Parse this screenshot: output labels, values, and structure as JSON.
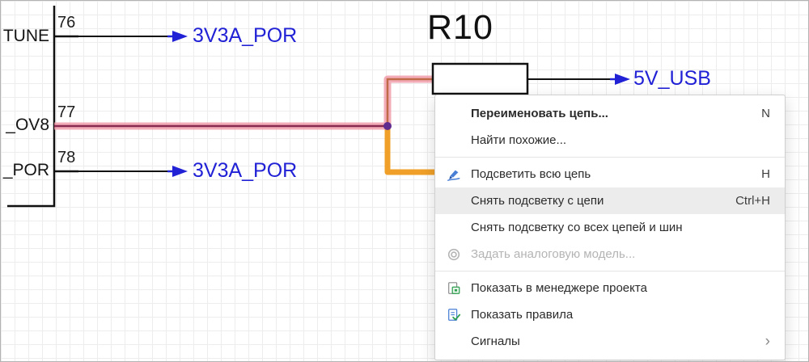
{
  "schematic": {
    "component_pins": [
      {
        "number": "76",
        "name": "TUNE"
      },
      {
        "number": "77",
        "name": "_OV8"
      },
      {
        "number": "78",
        "name": "_POR"
      }
    ],
    "net_labels": {
      "pin76": "3V3A_POR",
      "pin78": "3V3A_POR",
      "resistor_out": "5V_USB"
    },
    "resistor_ref": "R10",
    "colors": {
      "net_label_blue": "#2121d6",
      "wire_black": "#111111",
      "highlight_orange": "#f0a028",
      "highlight_pink": "#f096a5",
      "selected_core_maroon": "#8a2a50",
      "junction_purple": "#5f2b8f"
    }
  },
  "context_menu": {
    "items": [
      {
        "label": "Переименовать цепь...",
        "shortcut": "N"
      },
      {
        "label": "Найти похожие...",
        "shortcut": ""
      },
      {
        "type": "separator"
      },
      {
        "label": "Подсветить всю цепь",
        "shortcut": "H",
        "icon": "highlighter-icon"
      },
      {
        "label": "Снять подсветку с цепи",
        "shortcut": "Ctrl+H",
        "state": "hovered"
      },
      {
        "label": "Снять подсветку со всех цепей и шин",
        "shortcut": ""
      },
      {
        "label": "Задать аналоговую модель...",
        "shortcut": "",
        "icon": "analog-model-icon",
        "state": "disabled"
      },
      {
        "type": "separator"
      },
      {
        "label": "Показать в менеджере проекта",
        "icon": "project-manager-icon"
      },
      {
        "label": "Показать правила",
        "icon": "rules-icon"
      },
      {
        "label": "Сигналы",
        "submenu_arrow": "›"
      }
    ]
  }
}
